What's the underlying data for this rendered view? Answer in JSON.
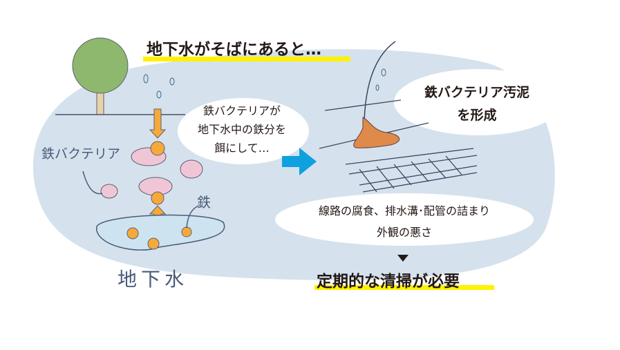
{
  "title": "地下水がそばにあると…",
  "labels": {
    "iron_bacteria": "鉄バクテリア",
    "iron": "鉄",
    "groundwater": "地下水"
  },
  "bubble_left": [
    "鉄バクテリアが",
    "地下水中の鉄分を",
    "餌にして…"
  ],
  "bubble_right": [
    "鉄バクテリア汚泥",
    "を形成"
  ],
  "bubble_bottom": [
    "線路の腐食、排水溝･配管の詰まり",
    "外観の悪さ"
  ],
  "conclusion": "定期的な清掃が必要",
  "colors": {
    "background_blob": "#d5e2ed",
    "highlight": "#fff100",
    "arrow": "#0fa0e0",
    "sludge": "#e08a4a",
    "iron": "#f6a93b"
  }
}
